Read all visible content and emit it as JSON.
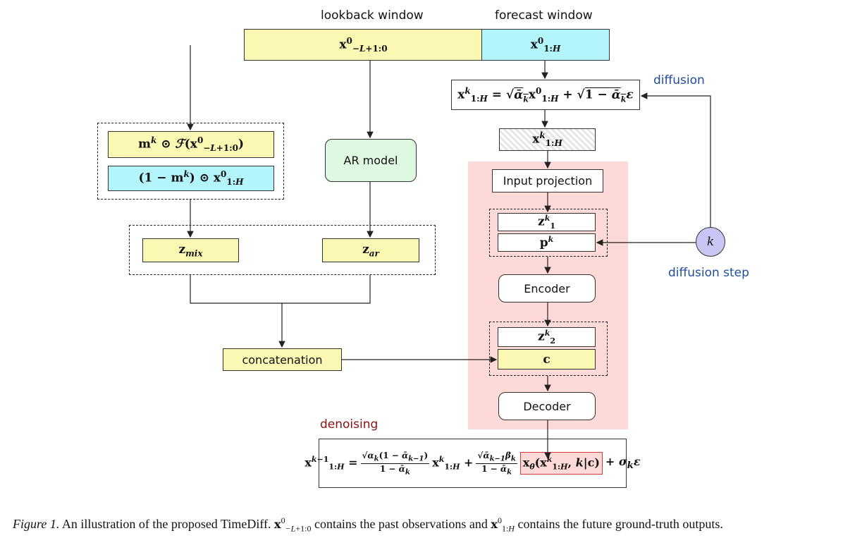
{
  "header": {
    "lookback_label": "lookback window",
    "forecast_label": "forecast window",
    "lookback_var": "x0−L+1:0",
    "forecast_var": "x01:H"
  },
  "diffusion": {
    "label": "diffusion",
    "equation": "xk1:H = √ᾱk x01:H + √(1 − ᾱk) ε",
    "noisy_var": "xk1:H",
    "step_label": "diffusion step",
    "step_symbol": "k"
  },
  "mixup": {
    "future_mix": "mk ⊙ ℱ(x0−L+1:0)",
    "past_mix": "(1 − mk) ⊙ x01:H"
  },
  "ar_model": {
    "label": "AR model"
  },
  "conditions": {
    "z_mix": "zmix",
    "z_ar": "zar",
    "concat": "concatenation"
  },
  "denoiser": {
    "input_projection": "Input projection",
    "z1": "zk1",
    "pk": "pk",
    "encoder": "Encoder",
    "z2": "zk2",
    "c": "c",
    "decoder": "Decoder"
  },
  "denoising": {
    "label": "denoising",
    "equation": "xk−11:H = √αk(1 − ᾱk−1)/(1 − ᾱk) xk1:H + √ᾱk−1 βk/(1 − ᾱk) xθ(xk1:H, k|c) + σk ε"
  },
  "caption": {
    "figure_label": "Figure 1.",
    "text": "An illustration of the proposed TimeDiff. x0−L+1:0 contains the past observations and x01:H contains the future ground-truth outputs."
  },
  "colors": {
    "yellow": "#fbf8b4",
    "cyan": "#b4f4fb",
    "green": "#dff8e2",
    "pink": "#fdd9d7",
    "purple": "#c9c6f5",
    "blue_label": "#1f4e9b",
    "red_label": "#8a1010"
  }
}
